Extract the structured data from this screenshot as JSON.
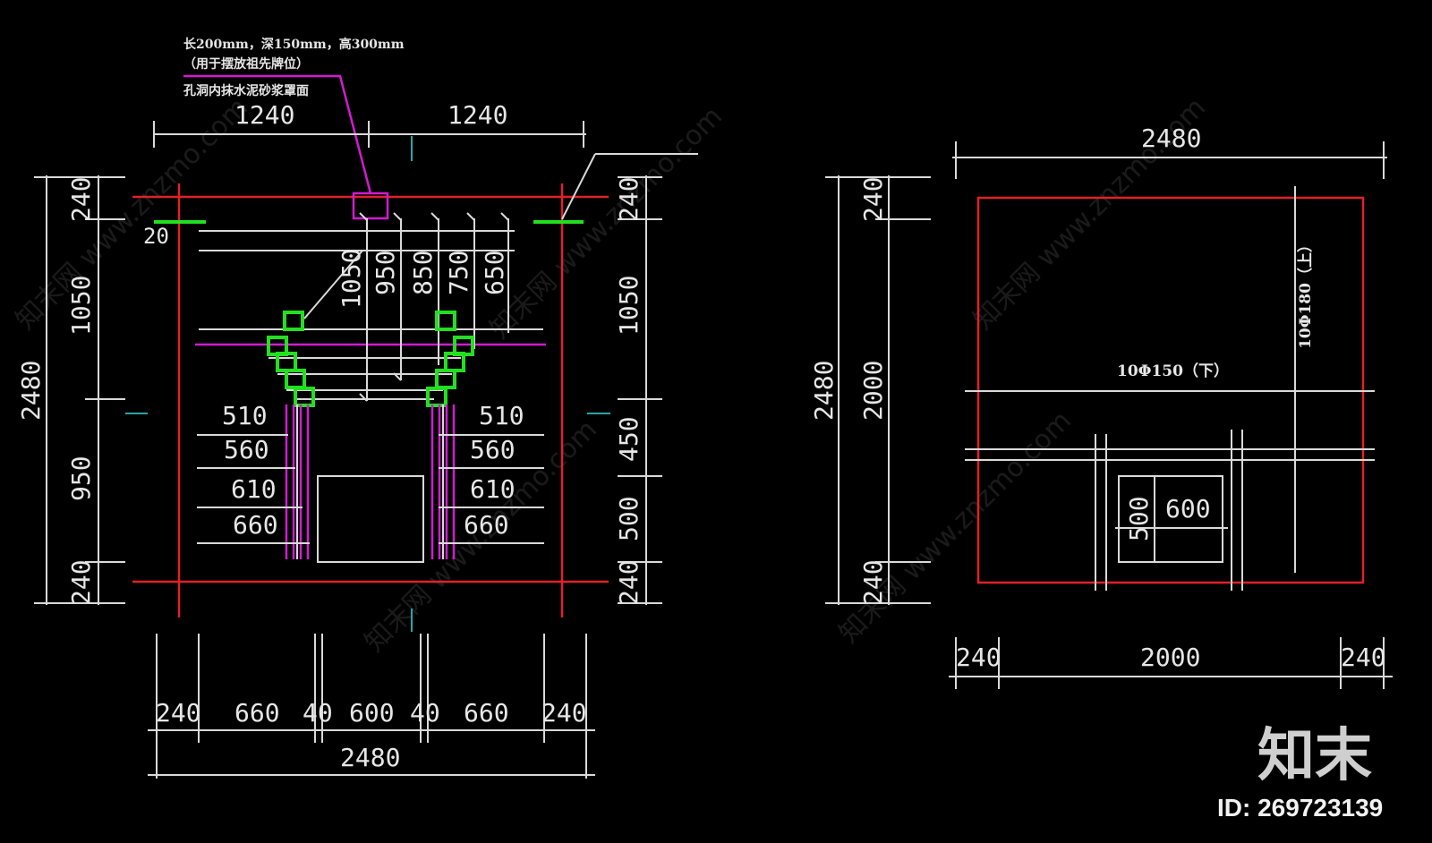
{
  "notes": {
    "line1": "长200mm，深150mm，高300mm",
    "line2": "（用于摆放祖先牌位）",
    "line3": "孔洞内抹水泥砂浆罩面"
  },
  "left_view": {
    "top_dims": [
      "1240",
      "1240"
    ],
    "left_overall": "2480",
    "left_dims": [
      "240",
      "1050",
      "950",
      "240"
    ],
    "small_dim": "20",
    "right_dims": [
      "240",
      "1050",
      "450",
      "500",
      "240"
    ],
    "vertical_dims": [
      "1050",
      "950",
      "850",
      "750",
      "650"
    ],
    "step_left": [
      "510",
      "560",
      "610",
      "660"
    ],
    "step_right": [
      "510",
      "560",
      "610",
      "660"
    ],
    "bottom_dims": [
      "240",
      "660",
      "40",
      "600",
      "40",
      "660",
      "240"
    ],
    "bottom_overall": "2480"
  },
  "right_view": {
    "top_overall": "2480",
    "left_overall": "2480",
    "left_dims": [
      "240",
      "2000",
      "240"
    ],
    "rebar_lower": "10Φ150（下）",
    "rebar_upper": "10Φ180（上）",
    "opening_w": "600",
    "opening_h": "500",
    "bottom_dims": [
      "240",
      "2000",
      "240"
    ]
  },
  "watermark": {
    "site": "www.znzmo.com",
    "brand": "知末网"
  },
  "logo": {
    "text": "知末",
    "id": "ID: 269723139"
  },
  "colors": {
    "background": "#000000",
    "outline": "#e0212b",
    "annotation": "#d21bd2",
    "highlight": "#22e01f",
    "dimension": "#d9d9d9"
  }
}
